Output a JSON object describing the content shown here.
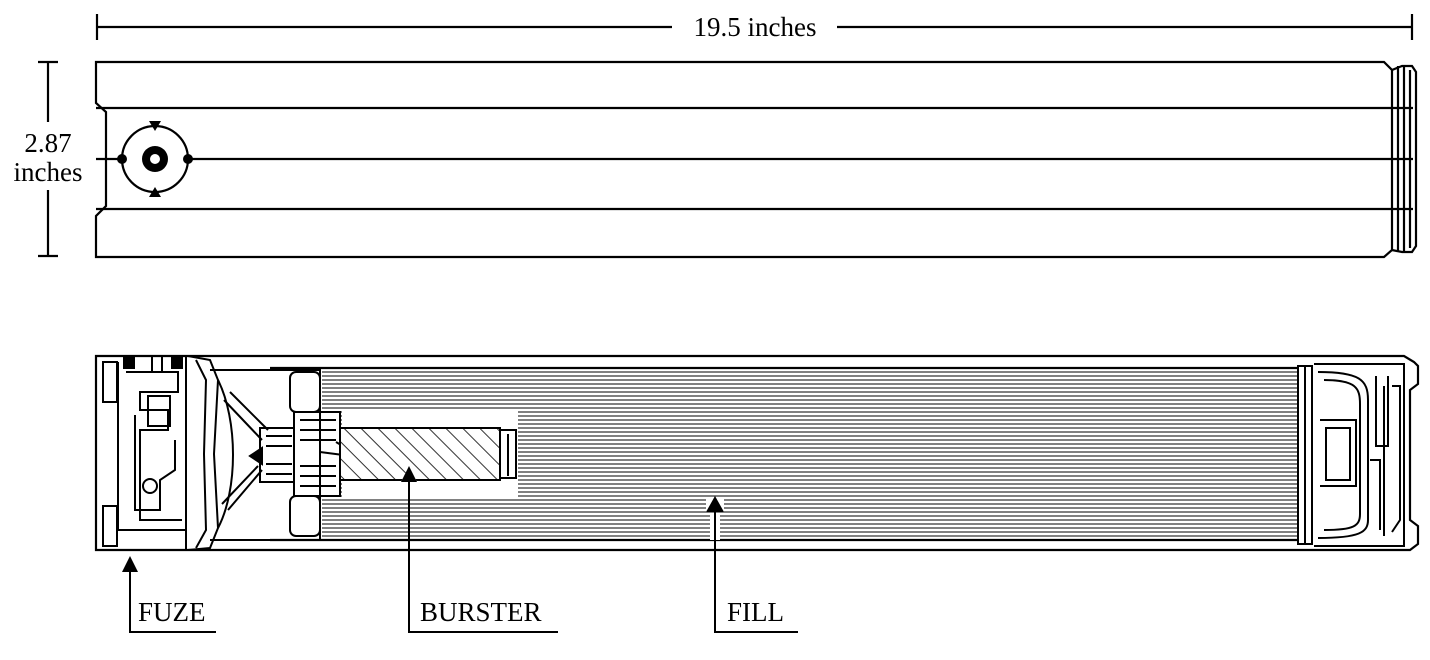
{
  "dimensions": {
    "length_label": "19.5 inches",
    "diameter_value": "2.87",
    "diameter_unit": "inches"
  },
  "callouts": {
    "fuze": "FUZE",
    "burster": "BURSTER",
    "fill": "FILL"
  },
  "colors": {
    "line": "#000000",
    "background": "#ffffff"
  }
}
